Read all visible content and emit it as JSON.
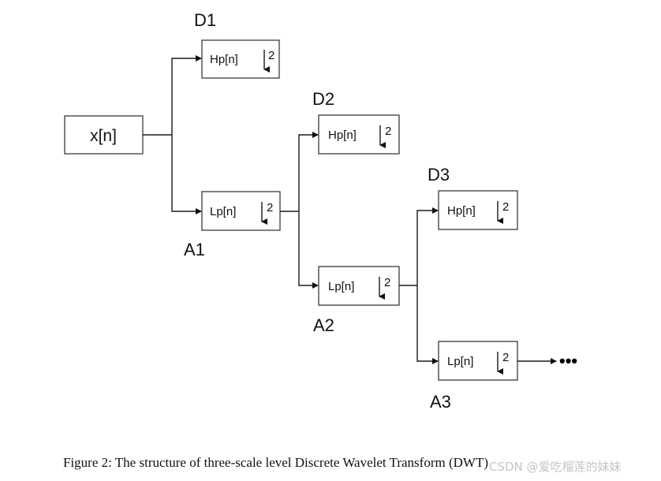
{
  "diagram": {
    "input_label": "x[n]",
    "filters": {
      "hp1": {
        "name": "Hp[n]",
        "down": "2"
      },
      "lp1": {
        "name": "Lp[n]",
        "down": "2"
      },
      "hp2": {
        "name": "Hp[n]",
        "down": "2"
      },
      "lp2": {
        "name": "Lp[n]",
        "down": "2"
      },
      "hp3": {
        "name": "Hp[n]",
        "down": "2"
      },
      "lp3": {
        "name": "Lp[n]",
        "down": "2"
      }
    },
    "labels": {
      "d1": "D1",
      "d2": "D2",
      "d3": "D3",
      "a1": "A1",
      "a2": "A2",
      "a3": "A3"
    },
    "continuation": "•••"
  },
  "caption": "Figure 2: The structure of three-scale level Discrete Wavelet Transform (DWT)",
  "watermark": "CSDN @爱吃榴莲的妹妹"
}
